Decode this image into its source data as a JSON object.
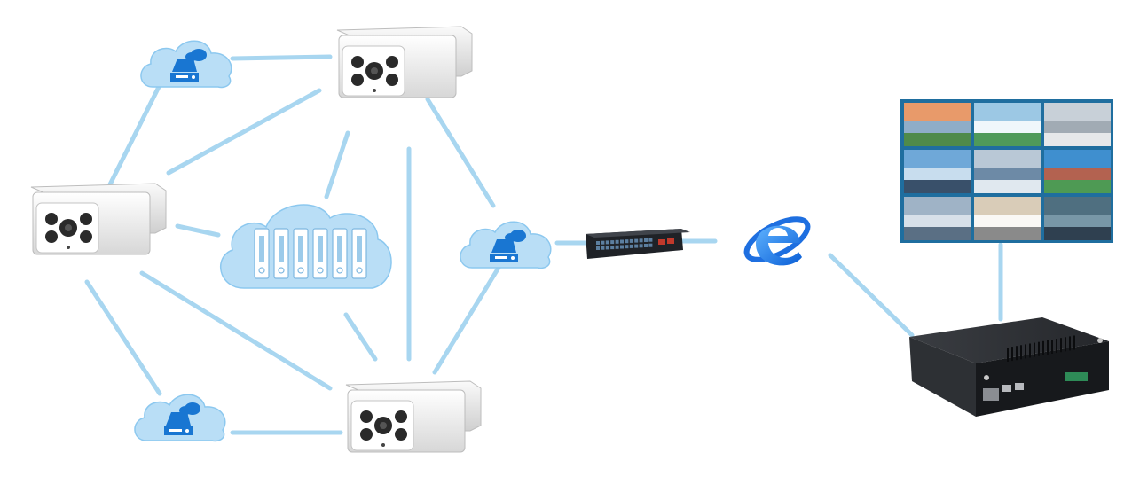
{
  "diagram": {
    "kind": "network-topology",
    "colors": {
      "edge": "#a8d6f0",
      "cloud": "#b9def6",
      "cloud_stroke": "#8cc8ef",
      "storage_icon": "#1976d2",
      "ie_icon": "#1e6fe0",
      "monitor_frame": "#1f6e9f",
      "camera_body": "#f2f2f2",
      "server_body": "#1d1f22"
    },
    "nodes": [
      {
        "id": "cloud-storage-top",
        "icon": "cloud-storage-icon"
      },
      {
        "id": "camera-top",
        "icon": "bullet-camera-icon"
      },
      {
        "id": "camera-left",
        "icon": "bullet-camera-icon"
      },
      {
        "id": "cloud-server-center",
        "icon": "server-rack-cloud-icon"
      },
      {
        "id": "cloud-storage-right",
        "icon": "cloud-storage-icon"
      },
      {
        "id": "camera-bottom",
        "icon": "bullet-camera-icon"
      },
      {
        "id": "cloud-storage-bottom",
        "icon": "cloud-storage-icon"
      },
      {
        "id": "network-switch",
        "icon": "network-switch-icon"
      },
      {
        "id": "internet",
        "icon": "internet-explorer-icon"
      },
      {
        "id": "video-wall",
        "icon": "monitor-wall-icon"
      },
      {
        "id": "nvr-server",
        "icon": "nvr-server-icon"
      }
    ],
    "edges": [
      [
        "cloud-storage-top",
        "camera-top"
      ],
      [
        "cloud-storage-top",
        "camera-left"
      ],
      [
        "camera-left",
        "camera-top"
      ],
      [
        "camera-top",
        "cloud-server-center"
      ],
      [
        "camera-left",
        "cloud-server-center"
      ],
      [
        "camera-top",
        "camera-bottom"
      ],
      [
        "camera-top",
        "cloud-storage-right"
      ],
      [
        "camera-left",
        "camera-bottom"
      ],
      [
        "cloud-server-center",
        "camera-bottom"
      ],
      [
        "camera-left",
        "cloud-storage-bottom"
      ],
      [
        "cloud-storage-bottom",
        "camera-bottom"
      ],
      [
        "cloud-storage-right",
        "camera-bottom"
      ],
      [
        "cloud-storage-right",
        "network-switch"
      ],
      [
        "network-switch",
        "internet"
      ],
      [
        "internet",
        "nvr-server"
      ],
      [
        "video-wall",
        "nvr-server"
      ]
    ]
  }
}
